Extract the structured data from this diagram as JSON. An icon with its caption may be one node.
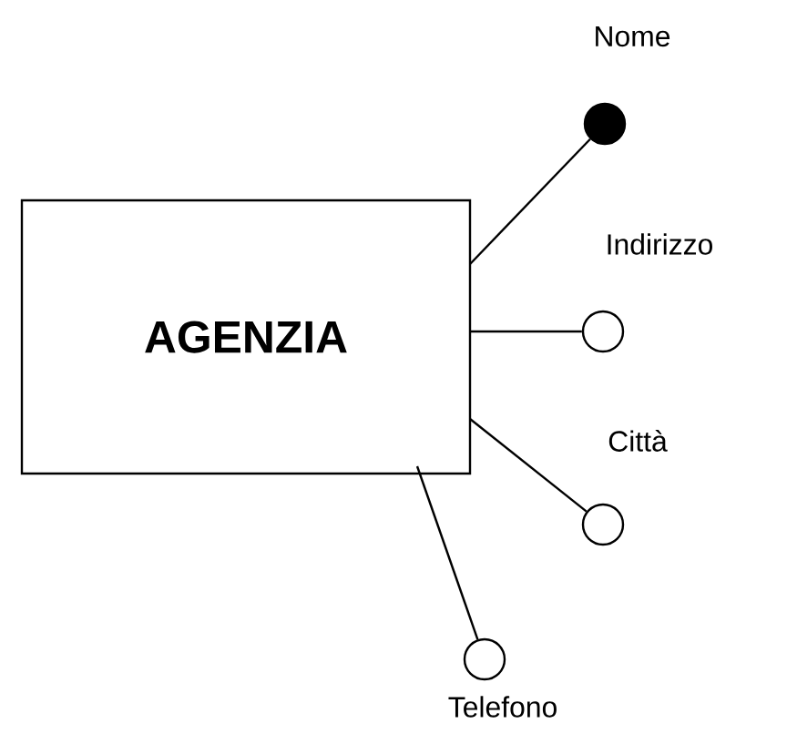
{
  "diagram": {
    "nodes": [
      {
        "text": [
          "AGENZIA"
        ]
      },
      {
        "text": [],
        "shape": "dot",
        "beside": [
          "Nome"
        ]
      },
      {
        "text": [],
        "shape": "circle",
        "beside": [
          "Indirizzo"
        ]
      },
      {
        "text": [],
        "shape": "circle",
        "beside": [
          "Città"
        ]
      },
      {
        "text": [],
        "shape": "circle",
        "beside": [
          "Telefono"
        ]
      }
    ],
    "edges": [
      {
        "from": 0,
        "to": 1,
        "arrow": "none"
      },
      {
        "from": 0,
        "to": 2,
        "arrow": "none"
      },
      {
        "from": 0,
        "to": 3,
        "arrow": "none"
      },
      {
        "from": 0,
        "to": 4,
        "arrow": "none"
      }
    ]
  }
}
